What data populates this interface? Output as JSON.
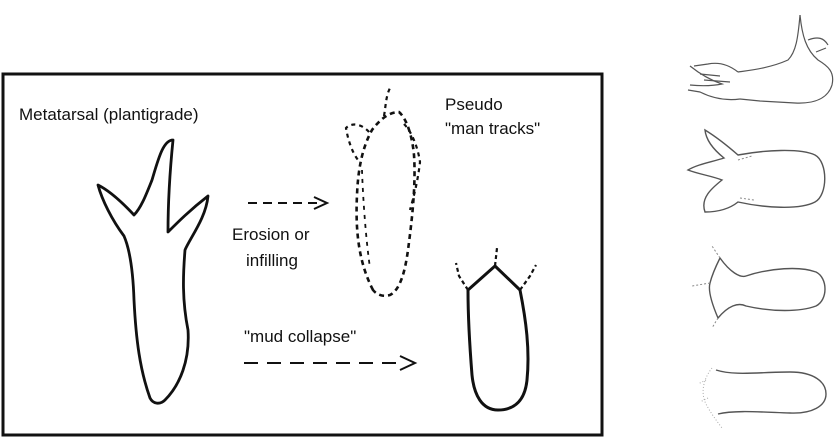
{
  "figure": {
    "background": "#ffffff",
    "ink_color": "#111111",
    "sketch_color": "#555555",
    "panel": {
      "label_metatarsal": "Metatarsal (plantigrade)",
      "label_pseudo_line1": "Pseudo",
      "label_pseudo_line2": "\"man tracks\"",
      "label_erosion_line1": "Erosion or",
      "label_erosion_line2": "infilling",
      "label_mud_collapse": "\"mud collapse\""
    },
    "sequence": {
      "stages": [
        "dinosaur-foot-sketch",
        "three-toe-print",
        "blunted-toe-print",
        "faint-toe-print"
      ]
    }
  }
}
